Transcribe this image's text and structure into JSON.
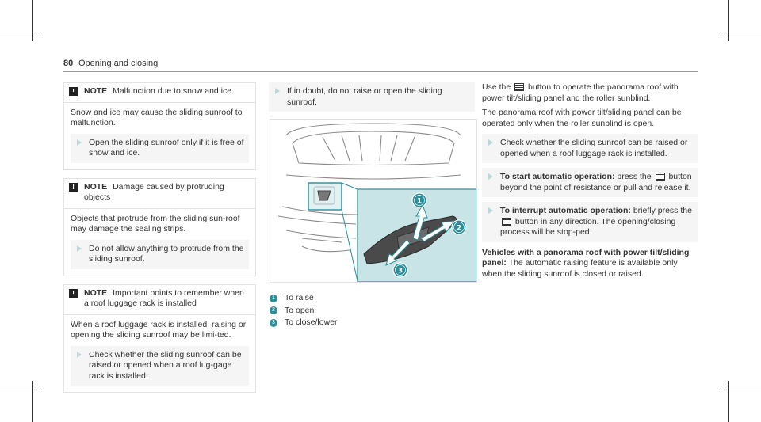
{
  "header": {
    "page_number": "80",
    "section_title": "Opening and closing"
  },
  "notes": [
    {
      "keyword": "NOTE",
      "title": "Malfunction due to snow and ice",
      "body": "Snow and ice may cause the sliding sunroof to malfunction.",
      "step": "Open the sliding sunroof only if it is free of snow and ice."
    },
    {
      "keyword": "NOTE",
      "title": "Damage caused by protruding objects",
      "body": "Objects that protrude from the sliding sun-roof may damage the sealing strips.",
      "step": "Do not allow anything to protrude from the sliding sunroof."
    },
    {
      "keyword": "NOTE",
      "title": "Important points to remember when a roof luggage rack is installed",
      "body": "When a roof luggage rack is installed, raising or opening the sliding sunroof may be limi-ted.",
      "step": "Check whether the sliding sunroof can be raised or opened when a roof lug-gage rack is installed."
    }
  ],
  "col2": {
    "step": "If in doubt, do not raise or open the sliding sunroof."
  },
  "figure": {
    "callouts": [
      "1",
      "2",
      "3"
    ],
    "accent": "#2b8d9a",
    "panel_bg": "#c9e4e6"
  },
  "legend": [
    {
      "num": "1",
      "text": "To raise"
    },
    {
      "num": "2",
      "text": "To open"
    },
    {
      "num": "3",
      "text": "To close/lower"
    }
  ],
  "col3": {
    "p1_pre": "Use the",
    "p1_post": "button to operate the panorama roof with power tilt/sliding panel and the roller sunblind.",
    "p2": "The panorama roof with power tilt/sliding panel can be operated only when the roller sunblind is open.",
    "step1": "Check whether the sliding sunroof can be raised or opened when a roof luggage rack is installed.",
    "step2_bold": "To start automatic operation:",
    "step2_pre": "press the",
    "step2_post": "button beyond the point of resistance or pull and release it.",
    "step3_bold": "To interrupt automatic operation:",
    "step3_pre": "briefly press the",
    "step3_post": "button in any direction. The opening/closing process will be stop-ped.",
    "vehicles_bold": "Vehicles with a panorama roof with power tilt/sliding panel:",
    "vehicles_text": "The automatic raising feature is available only when the sliding sunroof is closed or raised."
  }
}
